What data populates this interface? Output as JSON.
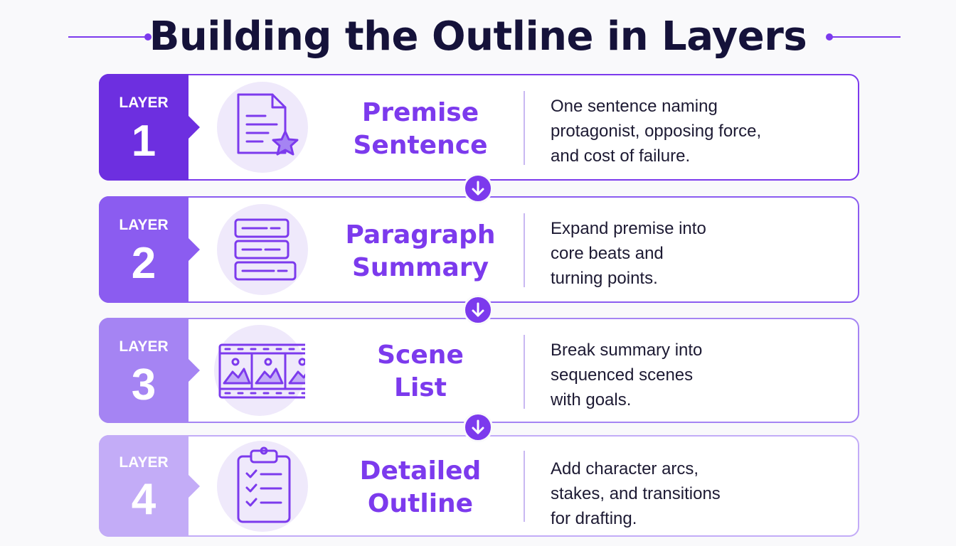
{
  "title": "Building the Outline in Layers",
  "layer_word": "LAYER",
  "colors": {
    "accent": "#7c3aed",
    "title": "#15123a",
    "layer_tabs": [
      "#6d2fe0",
      "#8b5cf0",
      "#a584f3",
      "#c3acf7"
    ]
  },
  "layers": [
    {
      "number": "1",
      "icon": "document-star-icon",
      "title_lines": [
        "Premise",
        "Sentence"
      ],
      "description_lines": [
        "One sentence naming",
        "protagonist, opposing force,",
        "and cost of failure."
      ]
    },
    {
      "number": "2",
      "icon": "stacked-paragraphs-icon",
      "title_lines": [
        "Paragraph",
        "Summary"
      ],
      "description_lines": [
        "Expand premise into",
        "core beats and",
        "turning points."
      ]
    },
    {
      "number": "3",
      "icon": "film-strip-icon",
      "title_lines": [
        "Scene",
        "List"
      ],
      "description_lines": [
        "Break summary into",
        "sequenced scenes",
        "with goals."
      ]
    },
    {
      "number": "4",
      "icon": "clipboard-checklist-icon",
      "title_lines": [
        "Detailed",
        "Outline"
      ],
      "description_lines": [
        "Add character arcs,",
        "stakes, and transitions",
        "for drafting."
      ]
    }
  ],
  "connector_icon": "arrow-down-icon"
}
